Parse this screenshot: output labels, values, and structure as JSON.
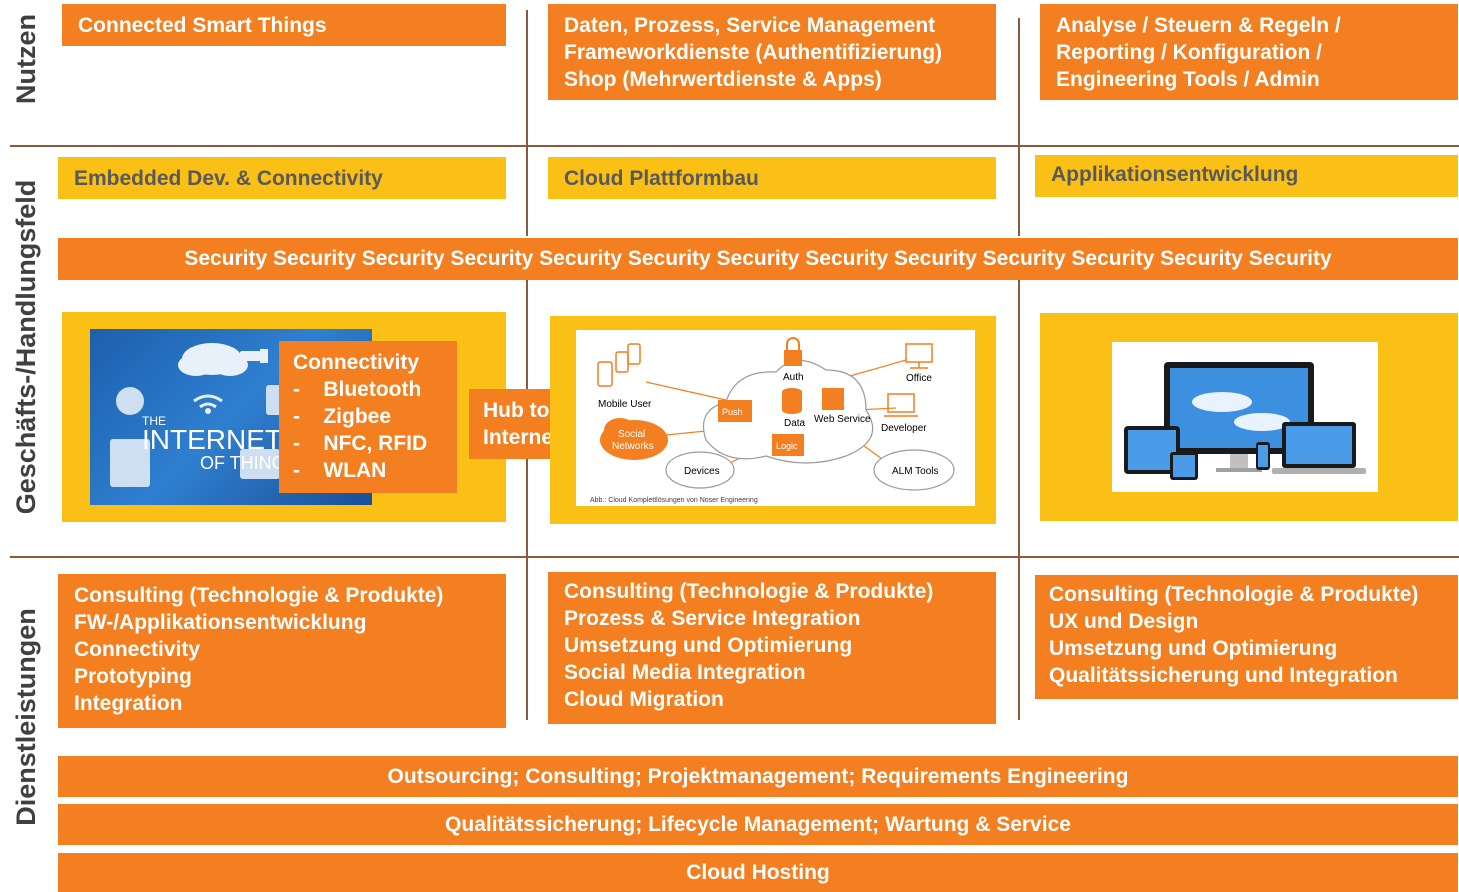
{
  "side_labels": {
    "nutzen": "Nutzen",
    "geschaeft": "Geschäfts-/Handlungsfeld",
    "dienst": "Dienstleistungen"
  },
  "nutzen": {
    "col1": [
      "Connected Smart Things"
    ],
    "col2": [
      "Daten, Prozess, Service Management",
      "Frameworkdienste (Authentifizierung)",
      "Shop (Mehrwertdienste & Apps)"
    ],
    "col3": [
      "Analyse / Steuern & Regeln /",
      "Reporting / Konfiguration /",
      "Engineering Tools / Admin"
    ]
  },
  "fields": {
    "col1": "Embedded  Dev. & Connectivity",
    "col2": "Cloud Plattformbau",
    "col3": "Applikationsentwicklung"
  },
  "security": "Security Security Security Security Security Security Security Security Security Security Security Security Security",
  "iot_image": {
    "line1": "THE",
    "line2": "INTERNET",
    "line3": "OF THINGS"
  },
  "connectivity": {
    "title": "Connectivity",
    "items": [
      "-    Bluetooth",
      "-    Zigbee",
      "-    NFC, RFID",
      "-    WLAN"
    ]
  },
  "hub": [
    "Hub to",
    "Internet"
  ],
  "cloud_diagram": {
    "mobile_user": "Mobile User",
    "social": [
      "Social",
      "Networks"
    ],
    "push": "Push",
    "auth": "Auth",
    "data": "Data",
    "logic": "Logic",
    "web_service": "Web Service",
    "office": "Office",
    "developer": "Developer",
    "devices": "Devices",
    "alm": "ALM Tools",
    "caption": "Abb.: Cloud Komplettlösungen von Noser Engineering"
  },
  "services": {
    "col1": [
      "Consulting (Technologie & Produkte)",
      "FW-/Applikationsentwicklung",
      "Connectivity",
      "Prototyping",
      "Integration"
    ],
    "col2": [
      "Consulting (Technologie & Produkte)",
      "Prozess & Service Integration",
      "Umsetzung und Optimierung",
      "Social Media Integration",
      "Cloud Migration"
    ],
    "col3": [
      "Consulting (Technologie & Produkte)",
      "UX und Design",
      "Umsetzung und Optimierung",
      "Qualitätssicherung und Integration"
    ]
  },
  "bands": {
    "b1": "Outsourcing; Consulting; Projektmanagement; Requirements Engineering",
    "b2": "Qualitätssicherung; Lifecycle Management;  Wartung & Service",
    "b3": "Cloud Hosting"
  },
  "colors": {
    "orange": "#f47f20",
    "yellow": "#fbc016",
    "divider": "#8b5a3c"
  },
  "icons": [
    "cloud-icon",
    "wifi-icon",
    "monitor-icon",
    "laptop-icon",
    "tablet-icon",
    "phone-icon",
    "lock-icon",
    "database-icon"
  ]
}
